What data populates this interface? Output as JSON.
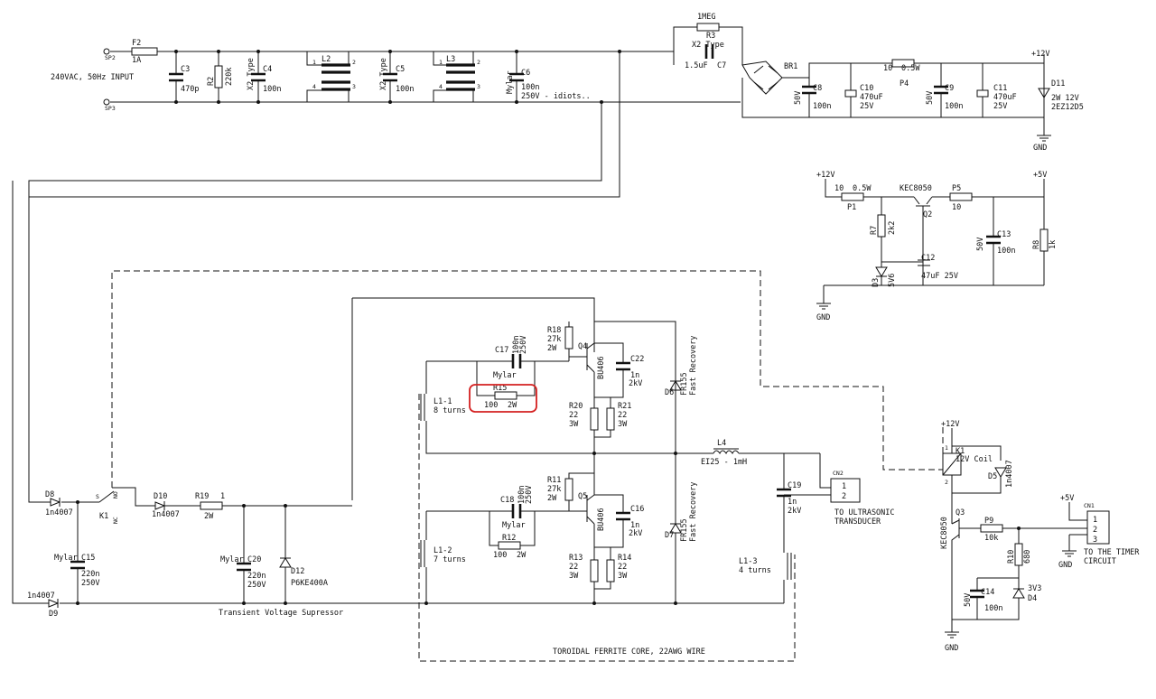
{
  "input": {
    "text": "240VAC, 50Hz INPUT",
    "sp2": "SP2",
    "sp3": "SP3"
  },
  "f2": {
    "name": "F2",
    "value": "1A"
  },
  "c3": {
    "name": "C3",
    "value": "470p"
  },
  "r2": {
    "name": "R2",
    "value": "220k"
  },
  "c4": {
    "name": "C4",
    "value": "100n",
    "type": "X2 Type"
  },
  "l2": {
    "name": "L2",
    "pins": [
      "1",
      "2",
      "4",
      "3"
    ]
  },
  "c5": {
    "name": "C5",
    "value": "100n",
    "type": "X2 Type"
  },
  "l3": {
    "name": "L3",
    "pins": [
      "1",
      "2",
      "4",
      "3"
    ]
  },
  "c6": {
    "name": "C6",
    "value": "100n",
    "rating": "250V - idiots..",
    "type": "Mylar"
  },
  "r3": {
    "name": "R3",
    "value": "1MEG"
  },
  "c7": {
    "name": "C7",
    "value": "1.5uF",
    "type": "X2 Type"
  },
  "br1": {
    "name": "BR1"
  },
  "c8": {
    "name": "C8",
    "value": "100n",
    "rating": "50V"
  },
  "c10": {
    "name": "C10",
    "value": "470uF",
    "rating": "25V"
  },
  "p4": {
    "name": "P4",
    "value": "10",
    "rating": "0.5W"
  },
  "c9": {
    "name": "C9",
    "value": "100n",
    "rating": "50V"
  },
  "c11": {
    "name": "C11",
    "value": "470uF",
    "rating": "25V"
  },
  "d11": {
    "name": "D11",
    "value": "2W 12V",
    "part": "2EZ12D5"
  },
  "rails": {
    "p12": "+12V",
    "p5": "+5V",
    "gnd": "GND"
  },
  "p1": {
    "name": "P1",
    "value": "10",
    "rating": "0.5W"
  },
  "q2": {
    "name": "Q2",
    "part": "KEC8050"
  },
  "p5": {
    "name": "P5",
    "value": "10"
  },
  "r7": {
    "name": "R7",
    "value": "2k2"
  },
  "d3z": {
    "name": "D3",
    "value": "5V6"
  },
  "c12": {
    "name": "C12",
    "value": "47uF 25V"
  },
  "c13": {
    "name": "C13",
    "value": "100n",
    "rating": "50V"
  },
  "r8": {
    "name": "R8",
    "value": "1k"
  },
  "r18": {
    "name": "R18",
    "value": "27k",
    "rating": "2W"
  },
  "q4": {
    "name": "Q4",
    "part": "BU406"
  },
  "c22": {
    "name": "C22",
    "value": "1n",
    "rating": "2kV"
  },
  "c17": {
    "name": "C17",
    "value": "100n",
    "rating": "250V",
    "type": "Mylar"
  },
  "r15": {
    "name": "R15",
    "value": "100",
    "rating": "2W"
  },
  "l11": {
    "name": "L1-1",
    "turns": "8 turns"
  },
  "r20": {
    "name": "R20",
    "value": "22",
    "rating": "3W"
  },
  "r21": {
    "name": "R21",
    "value": "22",
    "rating": "3W"
  },
  "d6": {
    "name": "D6",
    "part": "FR155",
    "note": "Fast Recovery"
  },
  "d7": {
    "name": "D7",
    "part": "FR155",
    "note": "Fast Recovery"
  },
  "l4": {
    "name": "L4",
    "value": "EI25 - 1mH"
  },
  "cn2": {
    "name": "CN2",
    "pins": [
      "1",
      "2"
    ],
    "label_1": "TO ULTRASONIC",
    "label_2": "TRANSDUCER"
  },
  "c19": {
    "name": "C19",
    "value": "1n",
    "rating": "2kV"
  },
  "l13": {
    "name": "L1-3",
    "turns": "4 turns"
  },
  "r11": {
    "name": "R11",
    "value": "27k",
    "rating": "2W"
  },
  "q5": {
    "name": "Q5",
    "part": "BU406"
  },
  "c16": {
    "name": "C16",
    "value": "1n",
    "rating": "2kV"
  },
  "c18": {
    "name": "C18",
    "value": "100n",
    "rating": "250V",
    "type": "Mylar"
  },
  "r12": {
    "name": "R12",
    "value": "100",
    "rating": "2W"
  },
  "l12": {
    "name": "L1-2",
    "turns": "7 turns"
  },
  "r13": {
    "name": "R13",
    "value": "22",
    "rating": "3W"
  },
  "r14": {
    "name": "R14",
    "value": "22",
    "rating": "3W"
  },
  "core": {
    "text": "TOROIDAL FERRITE CORE, 22AWG WIRE"
  },
  "d8": {
    "name": "D8",
    "part": "1n4007"
  },
  "d9": {
    "name": "D9",
    "part": "1n4007"
  },
  "d10": {
    "name": "D10",
    "part": "1n4007"
  },
  "k1sw": {
    "name": "K1",
    "s": "S",
    "no": "NO",
    "nc": "NC"
  },
  "r19": {
    "name": "R19",
    "value": "1",
    "rating": "2W"
  },
  "c15": {
    "name": "C15",
    "value": "220n",
    "rating": "250V",
    "type": "Mylar"
  },
  "c20": {
    "name": "C20",
    "value": "220n",
    "rating": "250V",
    "type": "Mylar"
  },
  "d12": {
    "name": "D12",
    "part": "P6KE400A"
  },
  "tvs": {
    "text": "Transient Voltage Supressor"
  },
  "k1": {
    "name": "K1",
    "value": "12V Coil",
    "pin1": "1",
    "pin2": "2"
  },
  "d5": {
    "name": "D5",
    "part": "1n4007"
  },
  "q3": {
    "name": "Q3",
    "part": "KEC8050"
  },
  "p9": {
    "name": "P9",
    "value": "10k"
  },
  "r10": {
    "name": "R10",
    "value": "680"
  },
  "c14": {
    "name": "C14",
    "value": "100n",
    "rating": "50V"
  },
  "d4": {
    "name": "D4",
    "value": "3V3"
  },
  "cn1": {
    "name": "CN1",
    "pins": [
      "1",
      "2",
      "3"
    ],
    "label_1": "TO THE TIMER",
    "label_2": "CIRCUIT"
  }
}
